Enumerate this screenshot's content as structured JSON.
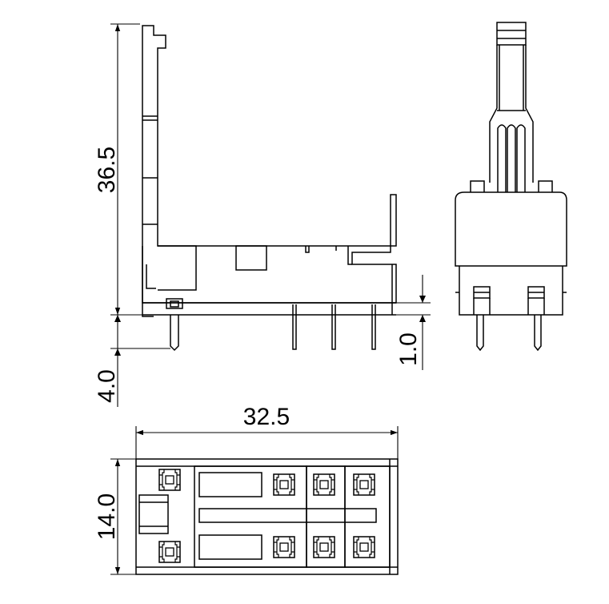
{
  "colors": {
    "line": "#000000",
    "background": "#ffffff"
  },
  "dimensions": {
    "height_body": "36.5",
    "pin_length": "4.0",
    "standoff": "1.0",
    "length": "32.5",
    "width": "14.0"
  }
}
